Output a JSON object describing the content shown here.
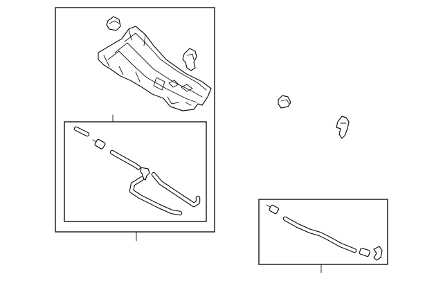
{
  "diagram": {
    "type": "exploded-parts-diagram",
    "callout_labels": [],
    "parts": [
      "cowl-top-panel",
      "cowl-clip-upper",
      "cowl-clip-right",
      "washer-hose-assembly-main",
      "loose-clip-a",
      "loose-clip-b",
      "washer-hose-assembly-small"
    ]
  }
}
